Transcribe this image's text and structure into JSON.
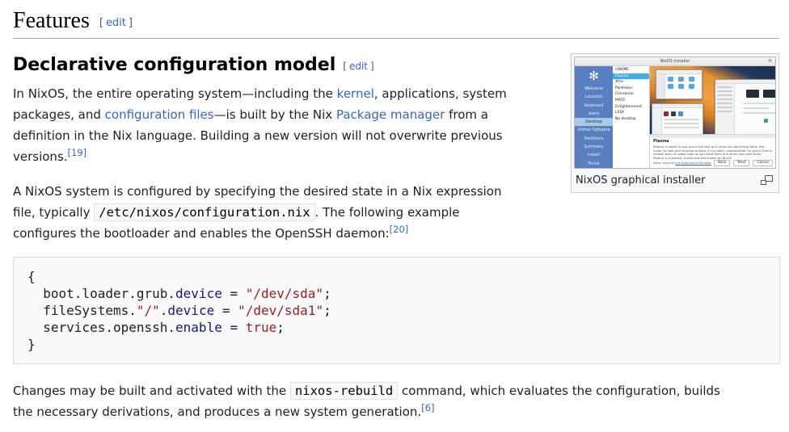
{
  "colors": {
    "link_blue": "#3366cc",
    "text": "#202122",
    "heading_rule": "#a2a9b1",
    "code_background": "#f8f9fa",
    "code_border": "#d9dde2",
    "syntax_name": "#19177c",
    "syntax_string": "#a11c1c",
    "nixos_blue": "#5a7fc0",
    "kde_highlight": "#3daee9"
  },
  "section": {
    "h2_title": "Features",
    "h2_edit_open": "[",
    "h2_edit_label": "edit",
    "h2_edit_close": "]",
    "h3_title": "Declarative configuration model",
    "h3_edit_open": "[",
    "h3_edit_label": "edit",
    "h3_edit_close": "]"
  },
  "paragraphs": {
    "p1": [
      {
        "type": "text",
        "t": "In NixOS, the entire operating system—including the "
      },
      {
        "type": "link",
        "t": "kernel"
      },
      {
        "type": "text",
        "t": ", applications, system"
      },
      {
        "type": "br"
      },
      {
        "type": "text",
        "t": "packages, and "
      },
      {
        "type": "link",
        "t": "configuration files"
      },
      {
        "type": "text",
        "t": "—is built by the Nix "
      },
      {
        "type": "link",
        "t": "Package manager"
      },
      {
        "type": "text",
        "t": " from a"
      },
      {
        "type": "br"
      },
      {
        "type": "text",
        "t": "definition in the Nix language. Building a new version will not overwrite previous"
      },
      {
        "type": "br"
      },
      {
        "type": "text",
        "t": "versions."
      },
      {
        "type": "ref",
        "t": "[19]"
      }
    ],
    "p2": [
      {
        "type": "text",
        "t": "A NixOS system is configured by specifying the desired state in a Nix expression"
      },
      {
        "type": "br"
      },
      {
        "type": "text",
        "t": "file, typically "
      },
      {
        "type": "code",
        "t": "/etc/nixos/configuration.nix"
      },
      {
        "type": "text",
        "t": ". The following example"
      },
      {
        "type": "br"
      },
      {
        "type": "text",
        "t": "configures the bootloader and enables the OpenSSH daemon:"
      },
      {
        "type": "ref",
        "t": "[20]"
      }
    ],
    "p3": [
      {
        "type": "text",
        "t": "Changes may be built and activated with the "
      },
      {
        "type": "code",
        "t": "nixos-rebuild"
      },
      {
        "type": "text",
        "t": " command, which evaluates the configuration, builds"
      },
      {
        "type": "br"
      },
      {
        "type": "text",
        "t": "the necessary derivations, and produces a new system generation."
      },
      {
        "type": "ref",
        "t": "[6]"
      }
    ]
  },
  "code_block": {
    "lines": [
      [
        {
          "t": "{",
          "c": "p"
        }
      ],
      [
        {
          "t": "  boot.loader.grub.",
          "c": "p"
        },
        {
          "t": "device",
          "c": "nv"
        },
        {
          "t": " = ",
          "c": "p"
        },
        {
          "t": "\"/dev/sda\"",
          "c": "s"
        },
        {
          "t": ";",
          "c": "p"
        }
      ],
      [
        {
          "t": "  fileSystems.",
          "c": "p"
        },
        {
          "t": "\"/\"",
          "c": "s"
        },
        {
          "t": ".",
          "c": "p"
        },
        {
          "t": "device",
          "c": "nv"
        },
        {
          "t": " = ",
          "c": "p"
        },
        {
          "t": "\"/dev/sda1\"",
          "c": "s"
        },
        {
          "t": ";",
          "c": "p"
        }
      ],
      [
        {
          "t": "  services.openssh.",
          "c": "p"
        },
        {
          "t": "enable",
          "c": "nv"
        },
        {
          "t": " = ",
          "c": "p"
        },
        {
          "t": "true",
          "c": "s"
        },
        {
          "t": ";",
          "c": "p"
        }
      ],
      [
        {
          "t": "}",
          "c": "p"
        }
      ]
    ]
  },
  "thumbnail": {
    "caption": "NixOS graphical installer",
    "installer": {
      "window_title": "NixOS Installer",
      "close_glyph": "✕",
      "logo_glyph": "✻",
      "sidebar_steps": [
        "Welcome",
        "Location",
        "Keyboard",
        "Users",
        "Desktop",
        "Unfree Software",
        "Partitions",
        "Summary",
        "Install",
        "Finish"
      ],
      "active_step": "Desktop",
      "desktop_options": [
        "GNOME",
        "Plasma",
        "Xfce",
        "Pantheon",
        "Cinnamon",
        "MATE",
        "Enlightenment",
        "LXQt",
        "No desktop"
      ],
      "selected_option": "Plasma",
      "description_title": "Plasma",
      "description_text": "Plasma is made to stay out of the way as it helps you get things done. But under its light and intuitive surface, it's a highly customizable. So you're free to choose ways of usage right as you need them and when you need them. Plasma is a popular choice and well tested on NixOS.",
      "learn_more_prefix": "Learn more at ",
      "learn_more_link": "kde.org/plasma-desktop",
      "buttons": [
        "Back",
        "Next",
        "Cancel"
      ]
    }
  }
}
